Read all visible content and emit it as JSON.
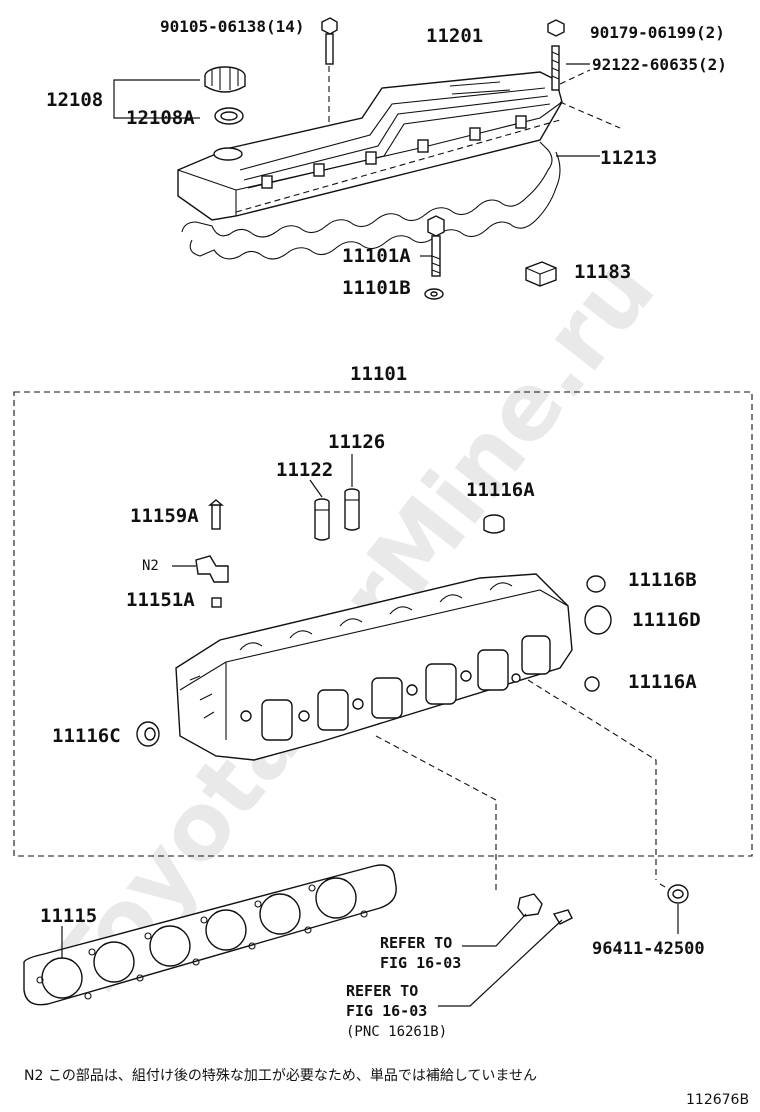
{
  "watermark": "ToyotaCarMine.ru",
  "labels": {
    "bolt_upper": "90105-06138(14)",
    "cover": "11201",
    "nut": "90179-06199(2)",
    "stud": "92122-60635(2)",
    "cap_group": "12108",
    "cap_gasket": "12108A",
    "cover_gasket": "11213",
    "head_bolt": "11101A",
    "head_washer": "11101B",
    "grommet": "11183",
    "head_assy": "11101",
    "guide_exhaust": "11126",
    "guide_intake": "11122",
    "plug_top": "11116A",
    "stud_small": "11159A",
    "n2": "N2",
    "pin": "11151A",
    "plug_b": "11116B",
    "plug_d": "11116D",
    "plug_a2": "11116A",
    "plug_c": "11116C",
    "head_gasket": "11115",
    "refer1_line1": "REFER TO",
    "refer1_line2": "FIG 16-03",
    "refer2_line1": "REFER TO",
    "refer2_line2": "FIG 16-03",
    "refer2_line3": "(PNC 16261B)",
    "plug_side": "96411-42500"
  },
  "footnote": "N2 この部品は、組付け後の特殊な加工が必要なため、単品では補給していません",
  "figure_id": "112676B"
}
